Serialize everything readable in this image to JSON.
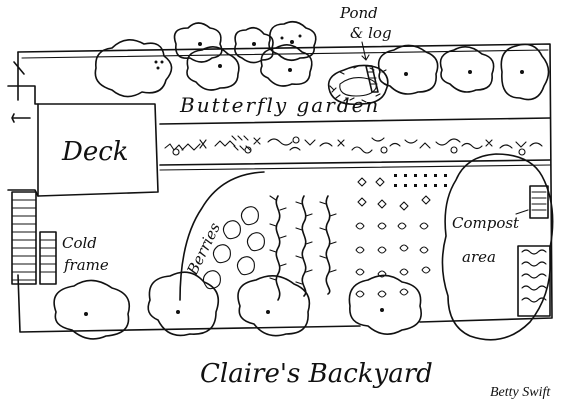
{
  "labels": {
    "pond_line1": "Pond",
    "pond_line2": "& log",
    "butterfly_garden": "Butterfly garden",
    "deck": "Deck",
    "berries": "Berries",
    "compost": "Compost",
    "compost_area": "area",
    "cold_frame_line1": "Cold",
    "cold_frame_line2": "frame",
    "title": "Claire's Backyard",
    "credit": "Betty Swift"
  }
}
